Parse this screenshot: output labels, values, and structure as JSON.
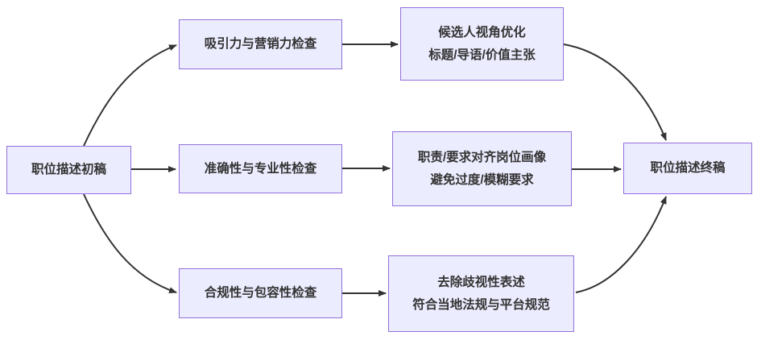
{
  "diagram": {
    "type": "flowchart",
    "direction": "left-to-right",
    "nodes": [
      {
        "id": "draft",
        "lines": [
          "职位描述初稿"
        ]
      },
      {
        "id": "attract-check",
        "lines": [
          "吸引力与营销力检查"
        ]
      },
      {
        "id": "accuracy-check",
        "lines": [
          "准确性与专业性检查"
        ]
      },
      {
        "id": "compliance-check",
        "lines": [
          "合规性与包容性检查"
        ]
      },
      {
        "id": "candidate-opt",
        "lines": [
          "候选人视角优化",
          "标题/导语/价值主张"
        ]
      },
      {
        "id": "align-profile",
        "lines": [
          "职责/要求对齐岗位画像",
          "避免过度/模糊要求"
        ]
      },
      {
        "id": "remove-bias",
        "lines": [
          "去除歧视性表述",
          "符合当地法规与平台规范"
        ]
      },
      {
        "id": "final",
        "lines": [
          "职位描述终稿"
        ]
      }
    ],
    "edges": [
      {
        "from": "draft",
        "to": "attract-check"
      },
      {
        "from": "draft",
        "to": "accuracy-check"
      },
      {
        "from": "draft",
        "to": "compliance-check"
      },
      {
        "from": "attract-check",
        "to": "candidate-opt"
      },
      {
        "from": "accuracy-check",
        "to": "align-profile"
      },
      {
        "from": "compliance-check",
        "to": "remove-bias"
      },
      {
        "from": "candidate-opt",
        "to": "final"
      },
      {
        "from": "align-profile",
        "to": "final"
      },
      {
        "from": "remove-bias",
        "to": "final"
      }
    ],
    "colors": {
      "node_fill": "#ECECFF",
      "node_border": "#9370DB",
      "text": "#333333",
      "edge": "#333333",
      "background": "#FFFFFF"
    }
  }
}
